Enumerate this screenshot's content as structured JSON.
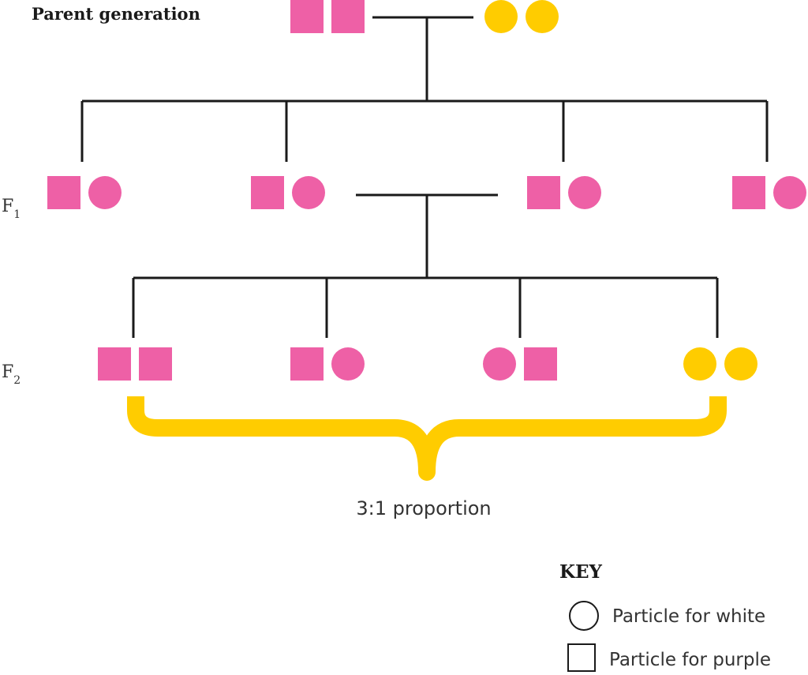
{
  "colors": {
    "pink": "#ee60a6",
    "yellow": "#ffcc00",
    "line": "#1a1a1a"
  },
  "labels": {
    "parent_generation": "Parent generation",
    "f1_letter": "F",
    "f1_sub": "1",
    "f2_letter": "F",
    "f2_sub": "2",
    "proportion": "3:1 proportion"
  },
  "key": {
    "title": "KEY",
    "circle_label": "Particle for white",
    "square_label": "Particle for purple"
  },
  "generations": {
    "parents": [
      {
        "shapes": [
          "square",
          "square"
        ],
        "color": "pink"
      },
      {
        "shapes": [
          "circle",
          "circle"
        ],
        "color": "yellow"
      }
    ],
    "f1": [
      {
        "shapes": [
          "square",
          "circle"
        ],
        "color": "pink"
      },
      {
        "shapes": [
          "square",
          "circle"
        ],
        "color": "pink"
      },
      {
        "shapes": [
          "square",
          "circle"
        ],
        "color": "pink"
      },
      {
        "shapes": [
          "square",
          "circle"
        ],
        "color": "pink"
      }
    ],
    "f2": [
      {
        "shapes": [
          "square",
          "square"
        ],
        "color": "pink"
      },
      {
        "shapes": [
          "square",
          "circle"
        ],
        "color": "pink"
      },
      {
        "shapes": [
          "circle",
          "square"
        ],
        "color": "pink"
      },
      {
        "shapes": [
          "circle",
          "circle"
        ],
        "color": "yellow"
      }
    ]
  }
}
